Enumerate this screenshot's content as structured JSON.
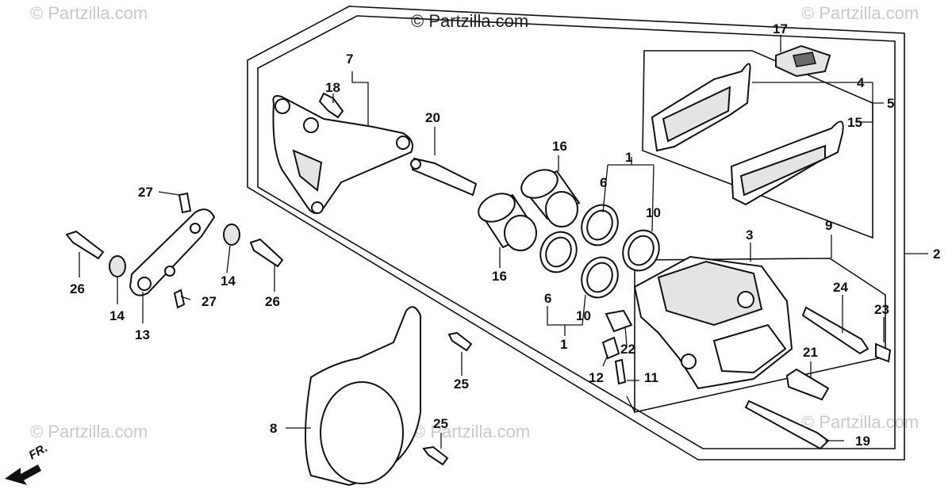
{
  "watermark": {
    "main": "© Partzilla.com",
    "faint": "© Partzilla.com"
  },
  "direction_label": "FR.",
  "callouts": {
    "c1a": "1",
    "c1b": "1",
    "c2": "2",
    "c3": "3",
    "c4": "4",
    "c5": "5",
    "c6a": "6",
    "c6b": "6",
    "c7": "7",
    "c8": "8",
    "c9": "9",
    "c10a": "10",
    "c10b": "10",
    "c11": "11",
    "c12": "12",
    "c13": "13",
    "c14a": "14",
    "c14b": "14",
    "c15": "15",
    "c16a": "16",
    "c16b": "16",
    "c17": "17",
    "c18": "18",
    "c19": "19",
    "c20": "20",
    "c21": "21",
    "c22": "22",
    "c23": "23",
    "c24": "24",
    "c25a": "25",
    "c25b": "25",
    "c26a": "26",
    "c26b": "26",
    "c27a": "27",
    "c27b": "27"
  },
  "colors": {
    "line": "#111111",
    "watermark": "#c9c9c9"
  }
}
